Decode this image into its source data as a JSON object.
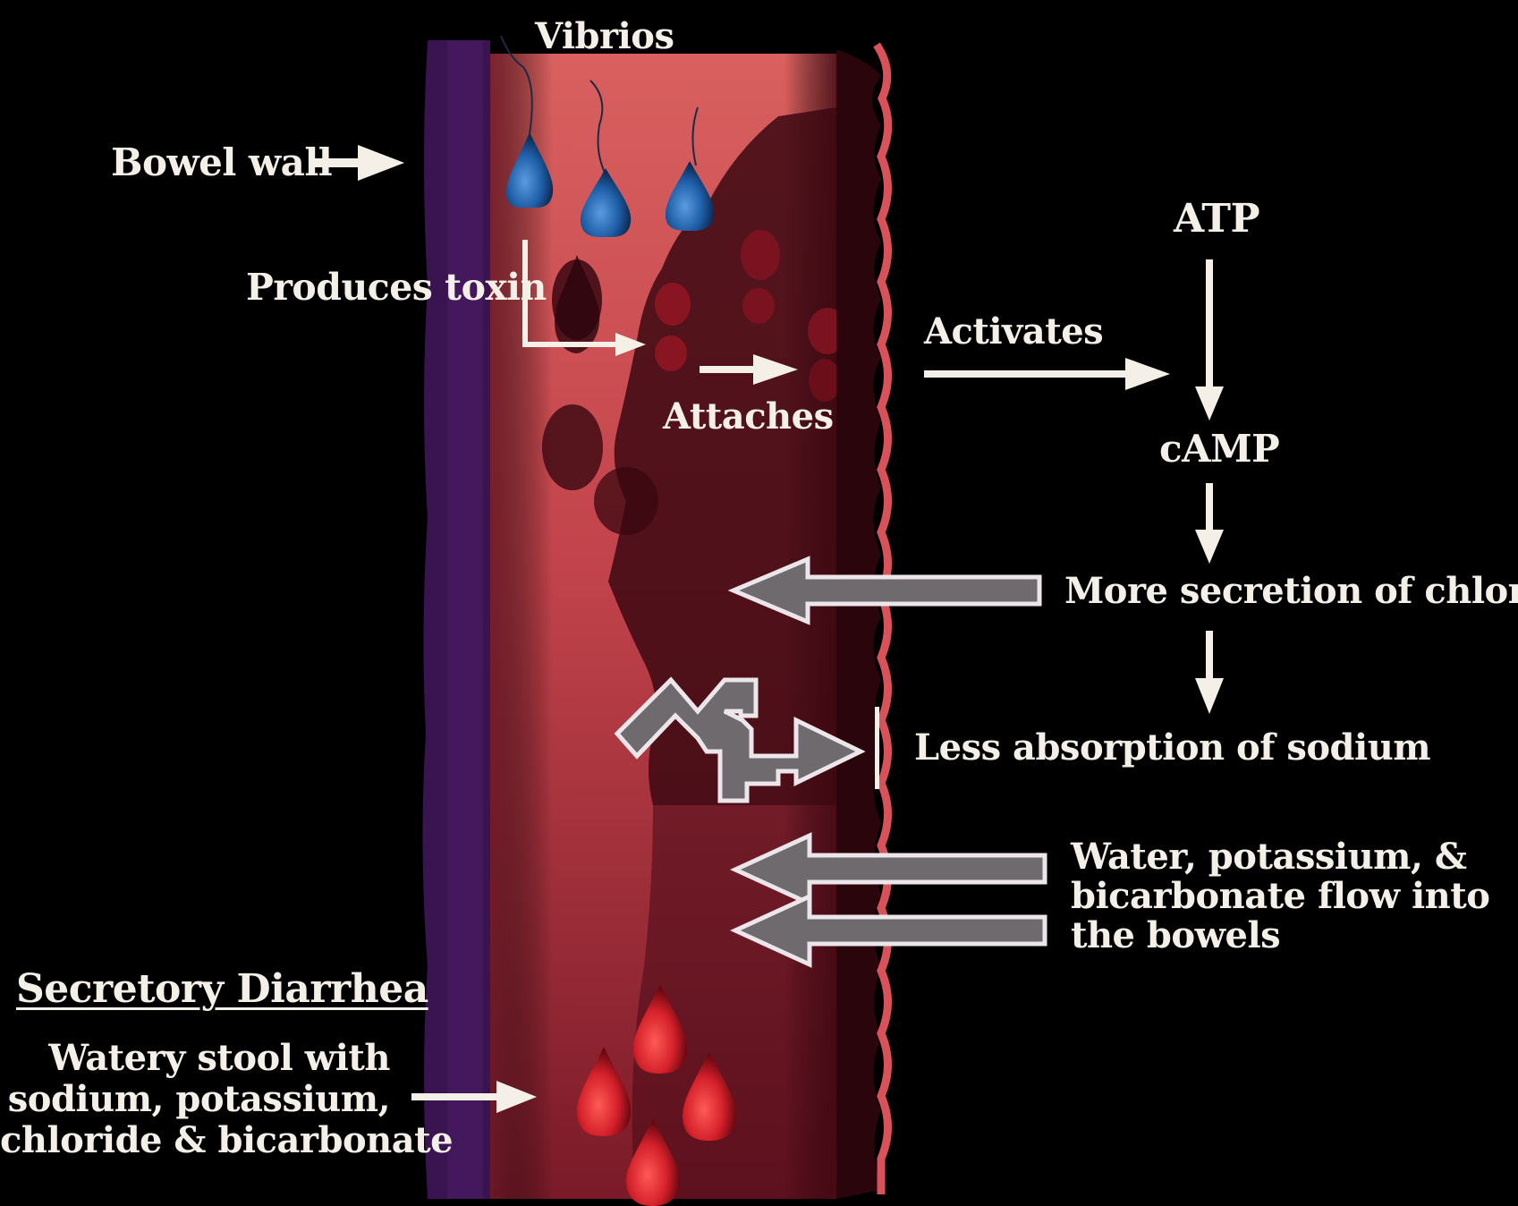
{
  "labels": {
    "vibrios": "Vibrios",
    "bowel_wall": "Bowel wall",
    "produces_toxin": "Produces toxin",
    "attaches": "Attaches",
    "activates": "Activates",
    "atp": "ATP",
    "camp": "cAMP",
    "more_secretion": "More secretion of chloride",
    "less_absorption": "Less absorption of sodium",
    "water_flow_line1": "Water, potassium, &",
    "water_flow_line2": "bicarbonate flow into",
    "water_flow_line3": "the bowels",
    "secretory_heading": "Secretory Diarrhea",
    "watery_line1": "Watery stool with",
    "watery_line2": "sodium, potassium,",
    "watery_line3": "chloride & bicarbonate"
  },
  "colors": {
    "background": "#000000",
    "lumen": "#c8444a",
    "lumen_shadow": "#4a0c16",
    "bowel_wall_purple": "#3a1450",
    "vibrio_blue": "#1f5fa8",
    "stool_drop_red": "#d4202a",
    "label_text": "#f4efe7",
    "big_arrow_fill": "#6e6a6e"
  },
  "icons": [
    "vibrio-drop-icon",
    "stool-drop-icon",
    "zigzag-arrow-icon",
    "wide-arrow-icon"
  ]
}
